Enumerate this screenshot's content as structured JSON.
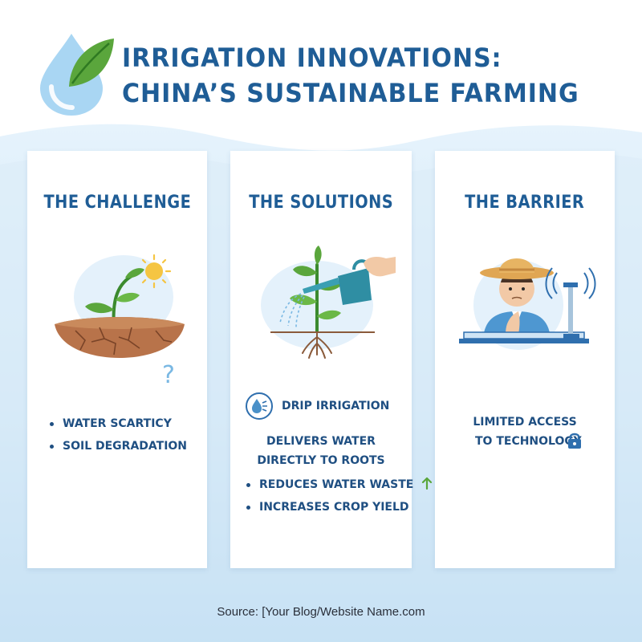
{
  "header": {
    "title_line1": "IRRIGATION INNOVATIONS:",
    "title_line2": "CHINA’S SUSTAINABLE FARMING"
  },
  "colors": {
    "title": "#1f5d96",
    "text": "#1f4f82",
    "wave_light": "#e3f1fb",
    "wave_deep": "#a9d1ee",
    "leaf_green": "#5aa63c",
    "drop_blue": "#9fcff0"
  },
  "icons": {
    "logo": [
      "water-drop-icon",
      "leaf-icon"
    ],
    "challenge": [
      "sprout-icon",
      "sun-icon",
      "cracked-soil-icon",
      "question-mark-icon"
    ],
    "solutions": [
      "plant-icon",
      "watering-can-icon",
      "hand-icon",
      "roots-icon",
      "drip-irrigation-icon",
      "arrow-up-icon"
    ],
    "barrier": [
      "farmer-icon",
      "sensor-icon",
      "lock-icon"
    ]
  },
  "cards": {
    "challenge": {
      "title": "THE CHALLENGE",
      "bullets": [
        "WATER SCARTICY",
        "SOIL DEGRADATION"
      ]
    },
    "solutions": {
      "title": "THE SOLUTIONS",
      "feature": "DRIP IRRIGATION",
      "desc_line1": "DELIVERS WATER",
      "desc_line2": "DIRECTLY TO ROOTS",
      "bullets": [
        "REDUCES WATER WASTE",
        "INCREASES CROP YIELD"
      ]
    },
    "barrier": {
      "title": "THE BARRIER",
      "line1": "LIMITED ACCESS",
      "line2": "TO TECHNOLOGY"
    }
  },
  "footer": {
    "source": "Source: [Your Blog/Website Name.com"
  }
}
